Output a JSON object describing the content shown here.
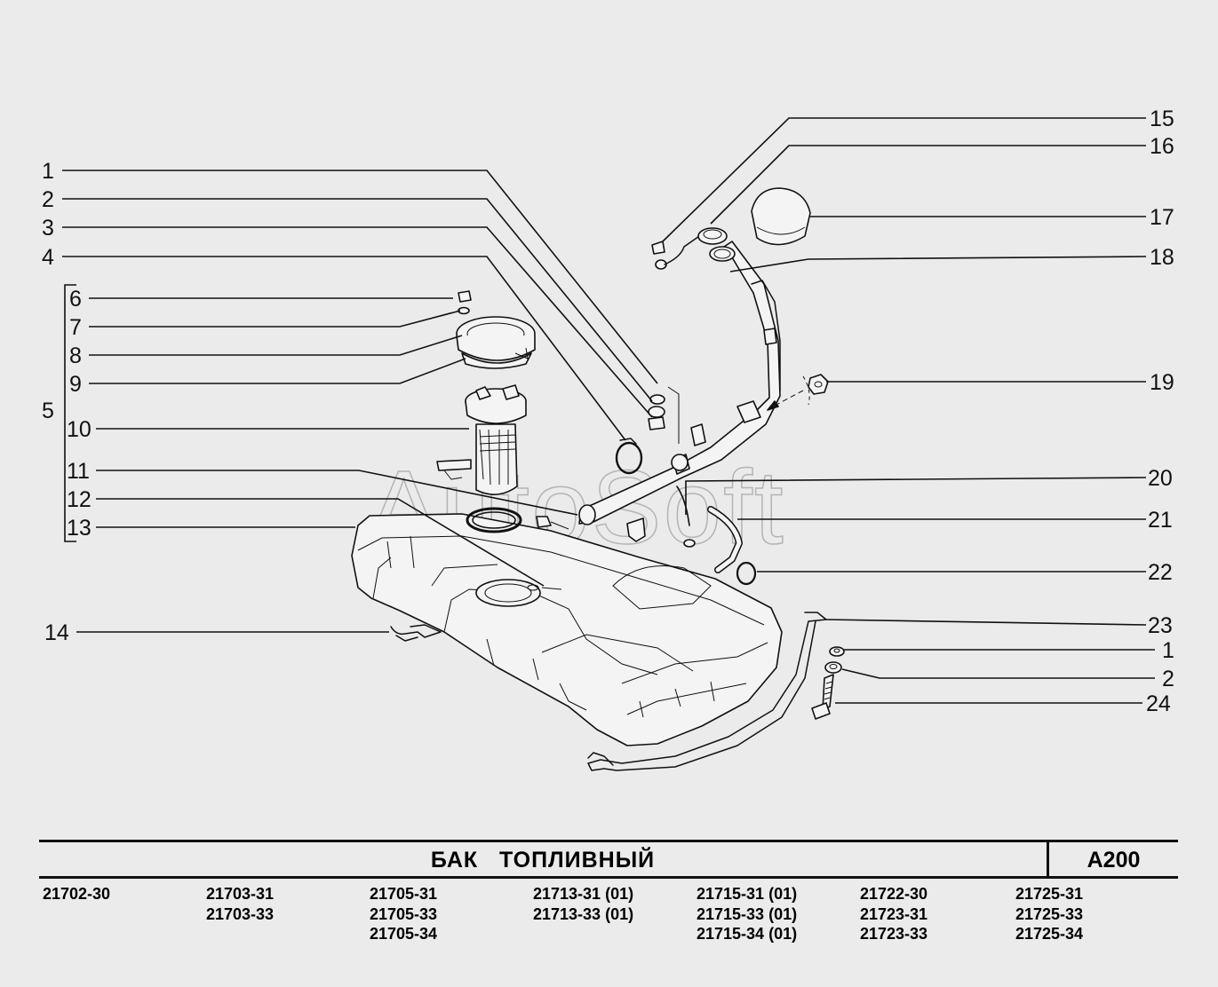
{
  "callouts": {
    "c1": "1",
    "c2": "2",
    "c3": "3",
    "c4": "4",
    "c5": "5",
    "c6": "6",
    "c7": "7",
    "c8": "8",
    "c9": "9",
    "c10": "10",
    "c11": "11",
    "c12": "12",
    "c13": "13",
    "c14": "14",
    "c15": "15",
    "c16": "16",
    "c17": "17",
    "c18": "18",
    "c19": "19",
    "c20": "20",
    "c21": "21",
    "c22": "22",
    "c23": "23",
    "c1b": "1",
    "c2b": "2",
    "c24": "24"
  },
  "watermark": "AutoSoft",
  "title": "БАК   ТОПЛИВНЫЙ",
  "page_code": "A200",
  "models": [
    [
      "21702-30"
    ],
    [
      "21703-31",
      "21703-33"
    ],
    [
      "21705-31",
      "21705-33",
      "21705-34"
    ],
    [
      "21713-31 (01)",
      "21713-33 (01)"
    ],
    [
      "21715-31 (01)",
      "21715-33 (01)",
      "21715-34 (01)"
    ],
    [
      "21722-30",
      "21723-31",
      "21723-33"
    ],
    [
      "21725-31",
      "21725-33",
      "21725-34"
    ]
  ],
  "colors": {
    "background": "#ebebeb",
    "ink": "#111111",
    "watermark": "#b4b4b4"
  }
}
